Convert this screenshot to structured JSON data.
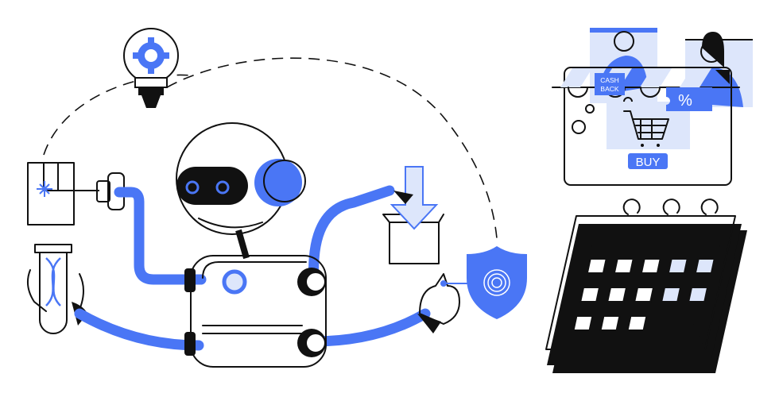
{
  "illustration": {
    "cashback_label_line1": "CASH",
    "cashback_label_line2": "BACK",
    "discount_label": "%",
    "buy_button_label": "BUY"
  },
  "colors": {
    "accent": "#4a76f5",
    "accent_light": "#dde6fb",
    "ink": "#111111"
  },
  "icons": [
    "lightbulb-gear-icon",
    "robot-icon",
    "download-box-icon",
    "fingerprint-shield-icon",
    "shopping-cart-icon",
    "calendar-icon",
    "dna-test-tube-icon",
    "laser-device-icon"
  ]
}
